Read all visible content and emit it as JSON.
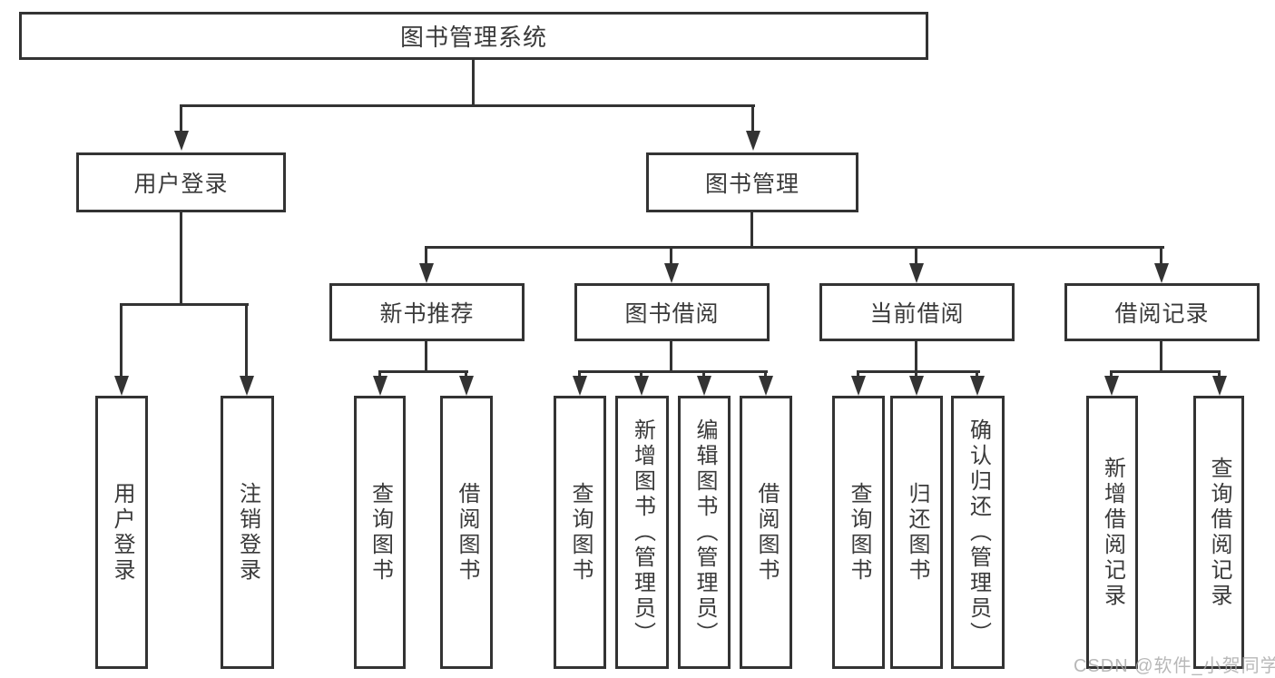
{
  "diagram": {
    "title": "图书管理系统",
    "root": {
      "label": "图书管理系统"
    },
    "level2": [
      {
        "label": "用户登录"
      },
      {
        "label": "图书管理"
      }
    ],
    "level3": [
      {
        "label": "新书推荐"
      },
      {
        "label": "图书借阅"
      },
      {
        "label": "当前借阅"
      },
      {
        "label": "借阅记录"
      }
    ],
    "leaves": [
      {
        "label": "用户登录",
        "parent": "用户登录"
      },
      {
        "label": "注销登录",
        "parent": "用户登录"
      },
      {
        "label": "查询图书",
        "parent": "新书推荐"
      },
      {
        "label": "借阅图书",
        "parent": "新书推荐"
      },
      {
        "label": "查询图书",
        "parent": "图书借阅"
      },
      {
        "label": "新增图书（管理员）",
        "parent": "图书借阅"
      },
      {
        "label": "编辑图书（管理员）",
        "parent": "图书借阅"
      },
      {
        "label": "借阅图书",
        "parent": "图书借阅"
      },
      {
        "label": "查询图书",
        "parent": "当前借阅"
      },
      {
        "label": "归还图书",
        "parent": "当前借阅"
      },
      {
        "label": "确认归还（管理员）",
        "parent": "当前借阅"
      },
      {
        "label": "新增借阅记录",
        "parent": "借阅记录"
      },
      {
        "label": "查询借阅记录",
        "parent": "借阅记录"
      }
    ]
  },
  "watermark": {
    "text": "CSDN @软件_小贺同学"
  },
  "colors": {
    "line": "#333333",
    "text": "#3a3a3a",
    "watermark": "#a9a9a9",
    "background": "#ffffff"
  }
}
